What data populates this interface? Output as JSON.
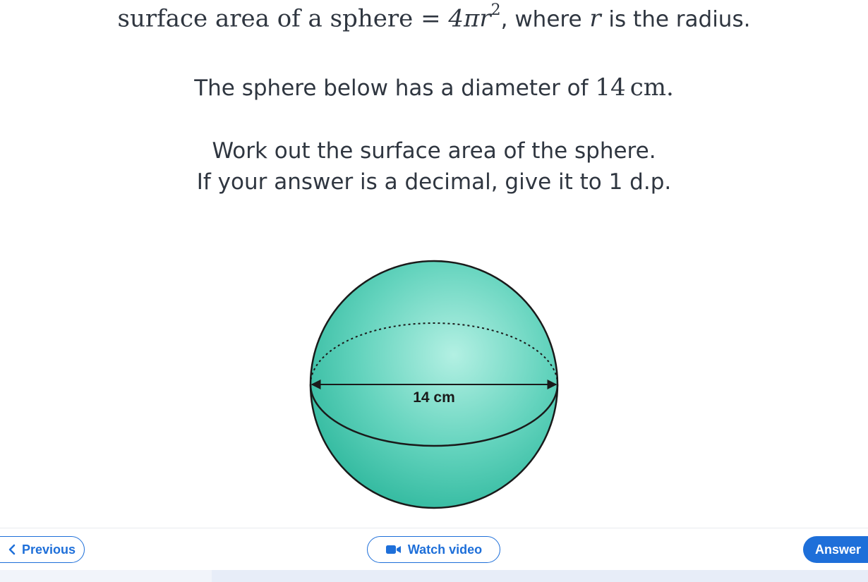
{
  "question": {
    "formula_lhs": "surface area of a sphere",
    "formula_eq": "=",
    "formula_coeff": "4πr",
    "formula_exp": "2",
    "formula_where": ", where",
    "formula_var": "r",
    "formula_tail": "is the radius.",
    "diameter_text": "The sphere below has a diameter of",
    "diameter_value": "14",
    "diameter_unit": "cm.",
    "task_line_1": "Work out the surface area of the sphere.",
    "task_line_2": "If your answer is a decimal, give it to 1 d.p."
  },
  "figure": {
    "diameter_label": "14 cm",
    "colors": {
      "sphere_light": "#b3f0e3",
      "sphere_dark": "#2bb69b",
      "outline": "#1a1a1a"
    }
  },
  "footer": {
    "previous_label": "Previous",
    "watch_video_label": "Watch video",
    "answer_label": "Answer",
    "accent_color": "#1e6fd9"
  },
  "icons": {
    "previous": "chevron-left-icon",
    "watch_video": "video-camera-icon"
  }
}
